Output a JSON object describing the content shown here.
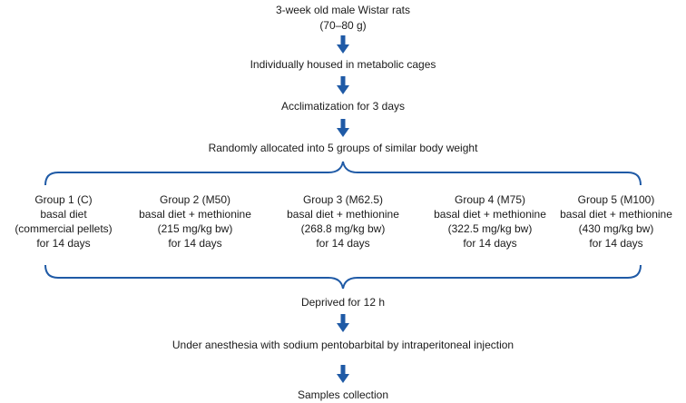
{
  "colors": {
    "text": "#1a1a1a",
    "arrow": "#1f5aa6",
    "brace": "#1f5aa6"
  },
  "steps": {
    "animals_line1": "3-week old male Wistar rats",
    "animals_line2": "(70–80 g)",
    "housing": "Individually housed in metabolic cages",
    "acclimatization": "Acclimatization for 3 days",
    "allocation": "Randomly allocated into 5 groups of similar body weight",
    "deprivation": "Deprived for 12 h",
    "anesthesia": "Under anesthesia with sodium pentobarbital by intraperitoneal injection",
    "collection": "Samples collection"
  },
  "groups": [
    {
      "name": "Group 1 (C)",
      "diet": "basal diet",
      "dose": "(commercial pellets)",
      "duration": "for 14 days"
    },
    {
      "name": "Group 2 (M50)",
      "diet": "basal diet + methionine",
      "dose": "(215 mg/kg bw)",
      "duration": "for 14 days"
    },
    {
      "name": "Group 3 (M62.5)",
      "diet": "basal diet + methionine",
      "dose": "(268.8 mg/kg bw)",
      "duration": "for 14 days"
    },
    {
      "name": "Group 4 (M75)",
      "diet": "basal diet + methionine",
      "dose": "(322.5 mg/kg bw)",
      "duration": "for 14 days"
    },
    {
      "name": "Group 5 (M100)",
      "diet": "basal diet + methionine",
      "dose": "(430 mg/kg bw)",
      "duration": "for 14 days"
    }
  ]
}
